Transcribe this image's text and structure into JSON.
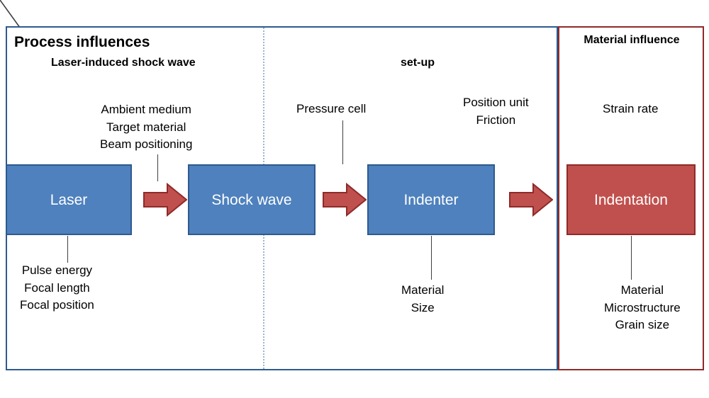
{
  "diagram": {
    "title_process": "Process influences",
    "title_material": "Material influence",
    "sections": [
      {
        "name": "laser-induced-shock-wave",
        "label": "Laser-induced shock wave"
      },
      {
        "name": "set-up",
        "label": "set-up"
      }
    ],
    "boxes": [
      {
        "name": "laser",
        "label": "Laser",
        "color": "#4e81bd",
        "border": "#2e5a8e"
      },
      {
        "name": "shock-wave",
        "label": "Shock wave",
        "color": "#4e81bd",
        "border": "#2e5a8e"
      },
      {
        "name": "indenter",
        "label": "Indenter",
        "color": "#4e81bd",
        "border": "#2e5a8e"
      },
      {
        "name": "indentation",
        "label": "Indentation",
        "color": "#c0504d",
        "border": "#8f2a2a"
      }
    ],
    "arrows": [
      {
        "name": "laser-to-shock-wave",
        "color": "#c0504d",
        "border": "#8f2a2a"
      },
      {
        "name": "shock-wave-to-indenter",
        "color": "#c0504d",
        "border": "#8f2a2a"
      },
      {
        "name": "indenter-to-indentation",
        "color": "#c0504d",
        "border": "#8f2a2a"
      }
    ],
    "annotations": [
      {
        "name": "laser-inputs",
        "target": "laser",
        "position": "above",
        "lines": [
          "Ambient medium",
          "Target material",
          "Beam positioning"
        ]
      },
      {
        "name": "laser-parameters",
        "target": "laser",
        "position": "below",
        "lines": [
          "Pulse energy",
          "Focal length",
          "Focal position"
        ]
      },
      {
        "name": "pressure-cell",
        "target": "indenter",
        "position": "above",
        "lines": [
          "Pressure cell"
        ]
      },
      {
        "name": "indenter-properties",
        "target": "indenter",
        "position": "below",
        "lines": [
          "Material",
          "Size"
        ]
      },
      {
        "name": "position-friction",
        "target": "arrow-3",
        "position": "above",
        "lines": [
          "Position unit",
          "Friction"
        ]
      },
      {
        "name": "strain-rate",
        "target": "indentation",
        "position": "above",
        "lines": [
          "Strain rate"
        ]
      },
      {
        "name": "material-properties",
        "target": "indentation",
        "position": "below",
        "lines": [
          "Material",
          "Microstructure",
          "Grain size"
        ]
      }
    ],
    "panel_colors": {
      "process_border": "#2e5a8e",
      "material_border": "#8f2a2a",
      "divider": "#9ab5d3"
    }
  }
}
